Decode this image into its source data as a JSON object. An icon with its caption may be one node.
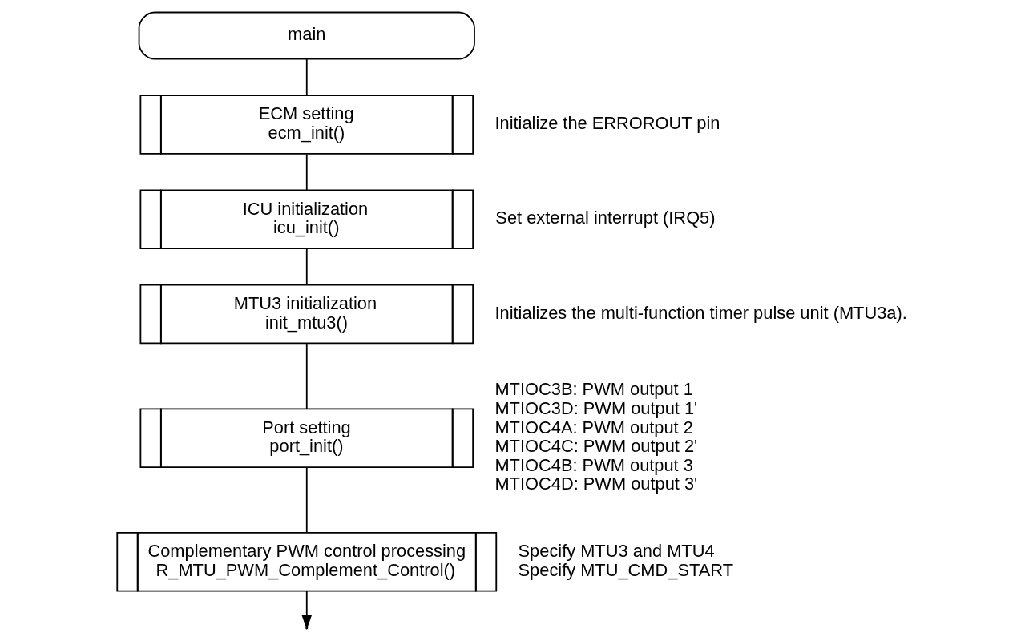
{
  "diagram": {
    "nodes": [
      {
        "text": [
          "main"
        ]
      },
      {
        "text": [
          "ECM setting ecm_init()"
        ],
        "beside": [
          "Initialize the ERROROUT pin"
        ]
      },
      {
        "text": [
          "ICU initialization icu_init()"
        ],
        "beside": [
          "Set external interrupt (IRQ5)"
        ]
      },
      {
        "text": [
          "MTU3 initialization init_mtu3()"
        ],
        "beside": [
          "Initializes the multi-function timer pulse unit (MTU3a)."
        ]
      },
      {
        "text": [
          "Port setting port_init()"
        ],
        "beside": [
          "MTIOC3B: PWM output 1",
          "MTIOC3D: PWM output 1'",
          "MTIOC4A: PWM output 2",
          "MTIOC4C: PWM output 2'",
          "MTIOC4B: PWM output 3",
          "MTIOC4D: PWM output 3'"
        ]
      },
      {
        "text": [
          "Complementary PWM control processing R_MTU_PWM_Complement_Control()"
        ],
        "beside": [
          "Specify MTU3 and MTU4",
          "Specify MTU_CMD_START"
        ]
      }
    ],
    "edges": [
      {
        "from": 0,
        "to": 1,
        "arrow": "none"
      },
      {
        "from": 1,
        "to": 2,
        "arrow": "none"
      },
      {
        "from": 2,
        "to": 3,
        "arrow": "none"
      },
      {
        "from": 3,
        "to": 4,
        "arrow": "none"
      },
      {
        "from": 4,
        "to": 5,
        "arrow": "none"
      },
      {
        "from": 5,
        "to": null,
        "arrow": "to"
      }
    ]
  }
}
